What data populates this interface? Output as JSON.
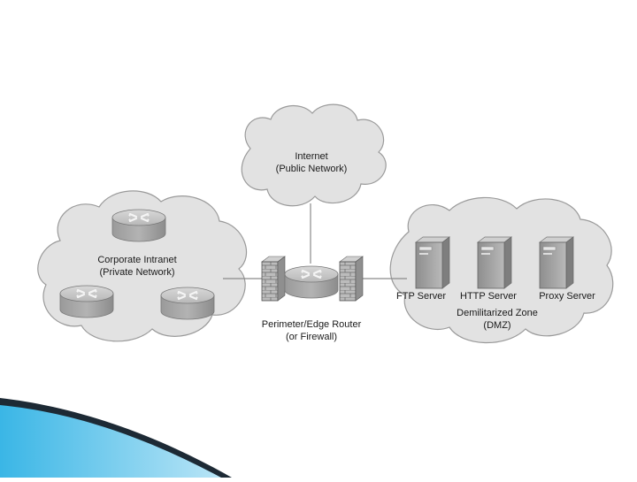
{
  "diagram": {
    "internet": {
      "label_line1": "Internet",
      "label_line2": "(Public Network)"
    },
    "intranet": {
      "label_line1": "Corporate Intranet",
      "label_line2": "(Private Network)"
    },
    "edge_router": {
      "label_line1": "Perimeter/Edge Router",
      "label_line2": "(or Firewall)"
    },
    "dmz": {
      "servers": [
        "FTP Server",
        "HTTP Server",
        "Proxy Server"
      ],
      "label_line1": "Demilitarized Zone",
      "label_line2": "(DMZ)"
    }
  },
  "colors": {
    "cloud_fill": "#e2e2e2",
    "cloud_stroke": "#9a9a9a",
    "device_gray": "#a9a9a9",
    "brick": "#b5b5b5",
    "accent_blue": "#2aa6d8",
    "accent_dark": "#1d2a35"
  }
}
